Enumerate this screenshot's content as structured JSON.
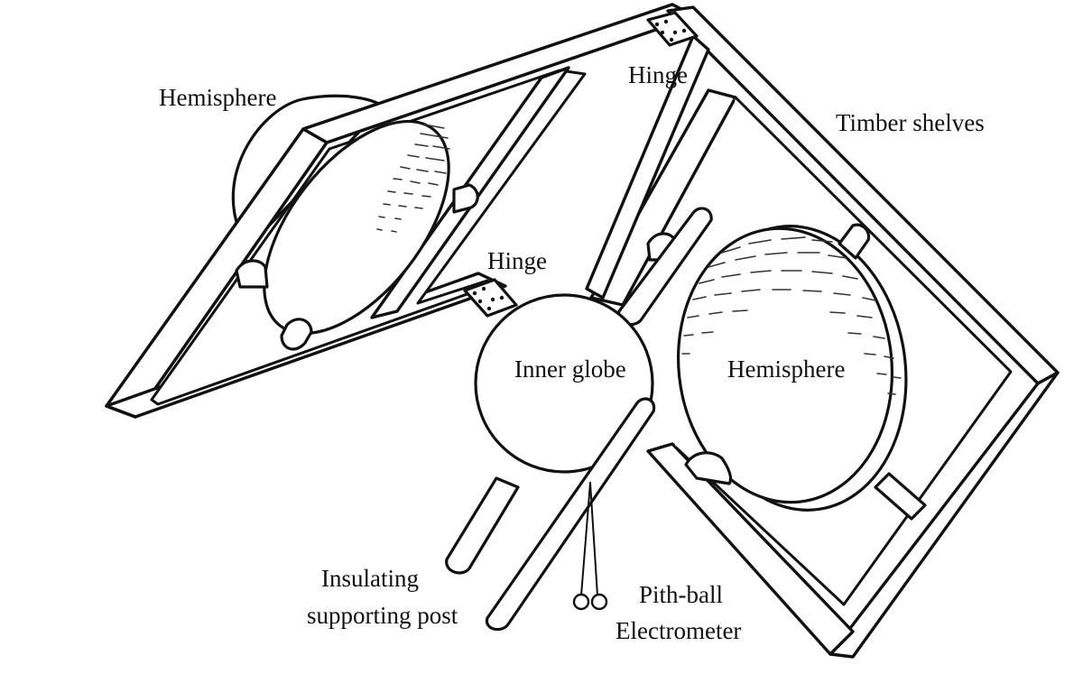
{
  "labels": {
    "hemisphere_left": "Hemisphere",
    "hinge_top": "Hinge",
    "timber_shelves": "Timber shelves",
    "hinge_middle": "Hinge",
    "inner_globe": "Inner globe",
    "hemisphere_right": "Hemisphere",
    "insulating_post_line1": "Insulating",
    "insulating_post_line2": "supporting post",
    "pith_ball_line1": "Pith-ball",
    "pith_ball_line2": "Electrometer"
  },
  "colors": {
    "ink": "#111111",
    "background": "#ffffff"
  }
}
